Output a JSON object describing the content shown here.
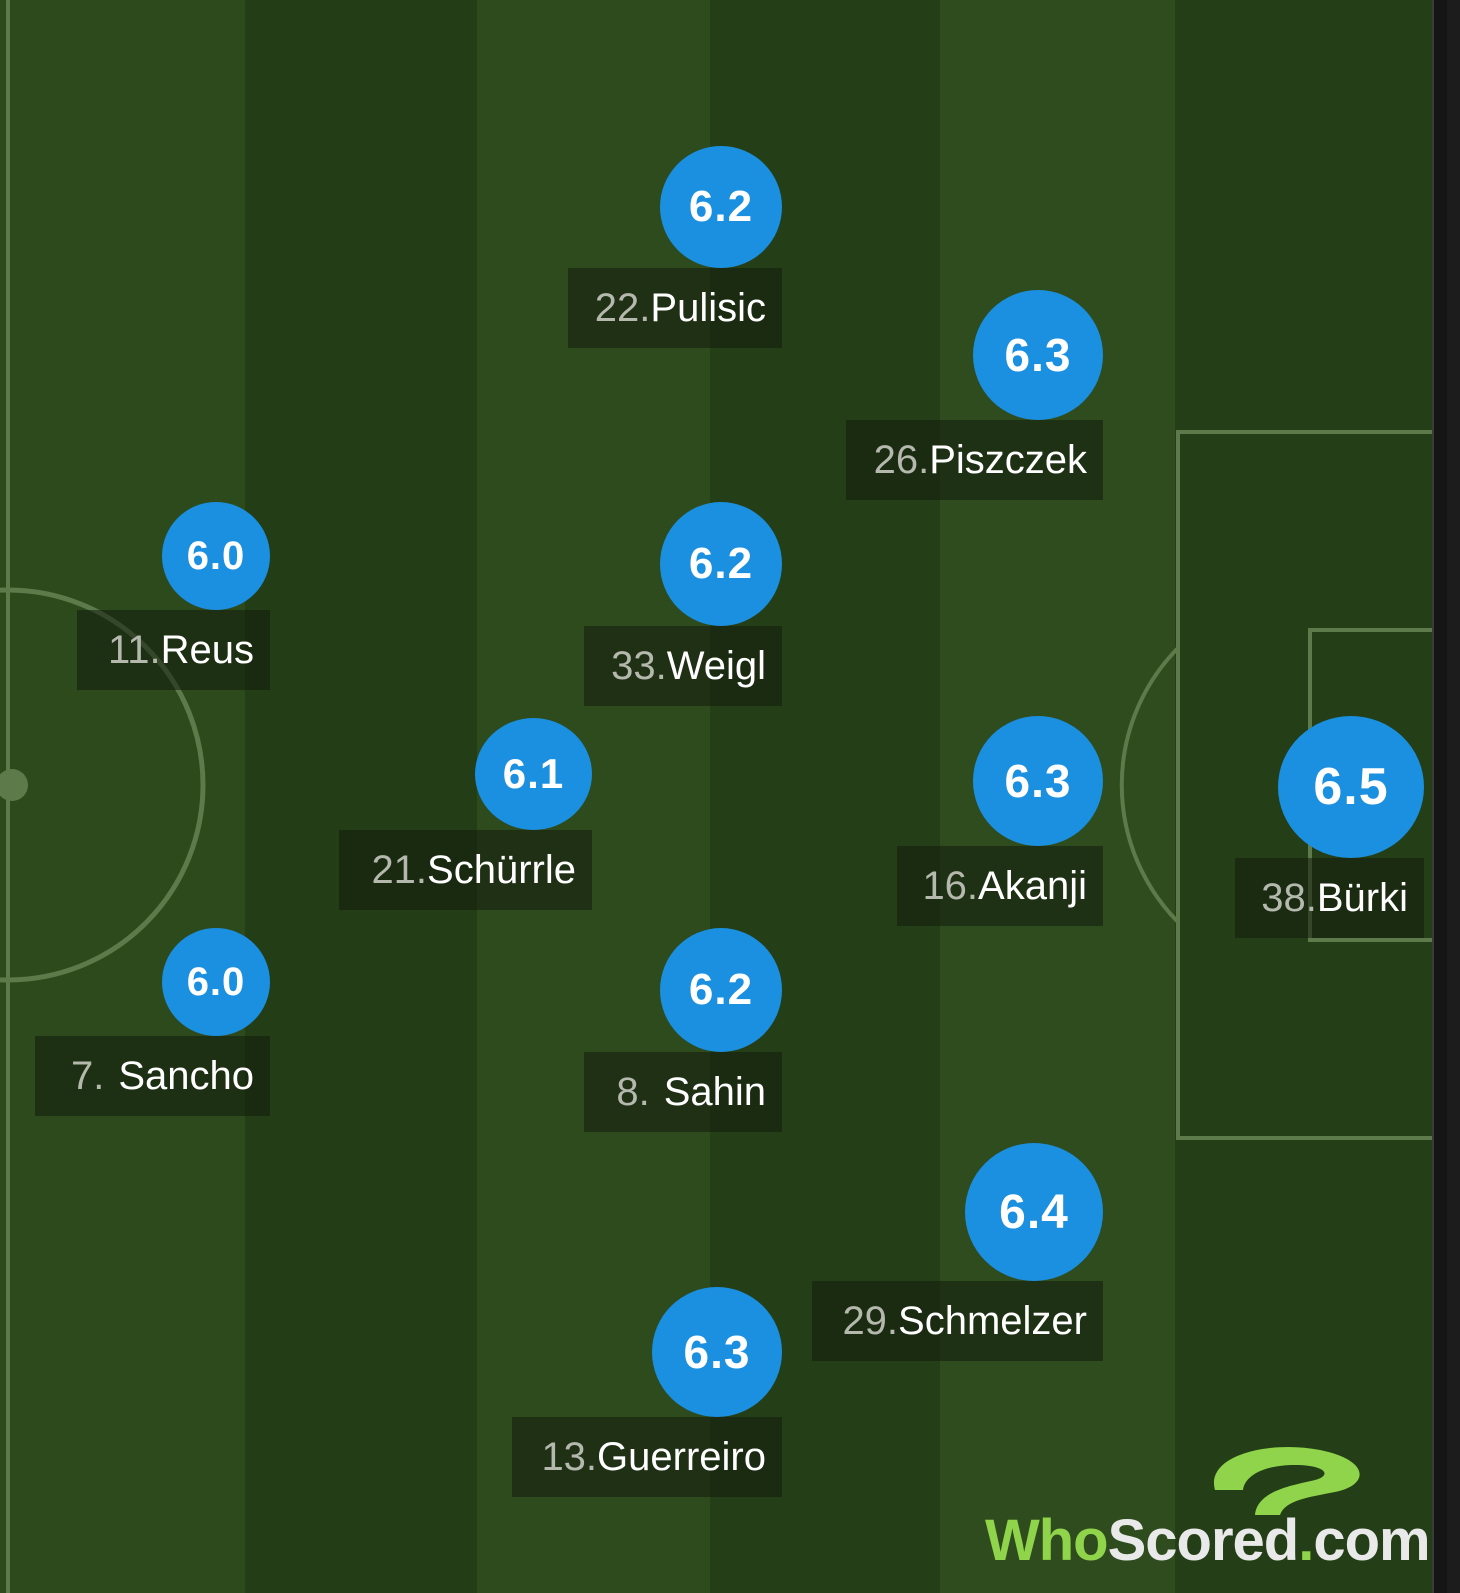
{
  "colors": {
    "pitch_dark": "#25401a",
    "pitch_light": "#2e4b1e",
    "rating_bubble": "#1b8fe0",
    "line": "#5d7a4a",
    "brand_green": "#8fd44a"
  },
  "players": [
    {
      "number": "22.",
      "name": "Pulisic",
      "rating": "6.2"
    },
    {
      "number": "26.",
      "name": "Piszczek",
      "rating": "6.3"
    },
    {
      "number": "11.",
      "name": "Reus",
      "rating": "6.0"
    },
    {
      "number": "33.",
      "name": "Weigl",
      "rating": "6.2"
    },
    {
      "number": "21.",
      "name": "Schürrle",
      "rating": "6.1"
    },
    {
      "number": "16.",
      "name": "Akanji",
      "rating": "6.3"
    },
    {
      "number": "38.",
      "name": "Bürki",
      "rating": "6.5"
    },
    {
      "number": "7.",
      "name": "Sancho",
      "rating": "6.0"
    },
    {
      "number": "8.",
      "name": "Sahin",
      "rating": "6.2"
    },
    {
      "number": "29.",
      "name": "Schmelzer",
      "rating": "6.4"
    },
    {
      "number": "13.",
      "name": "Guerreiro",
      "rating": "6.3"
    }
  ],
  "brand": {
    "who": "Who",
    "scored": "Scored",
    "dot": ".",
    "com": "com",
    "icon": "question-mark-logo-icon"
  }
}
